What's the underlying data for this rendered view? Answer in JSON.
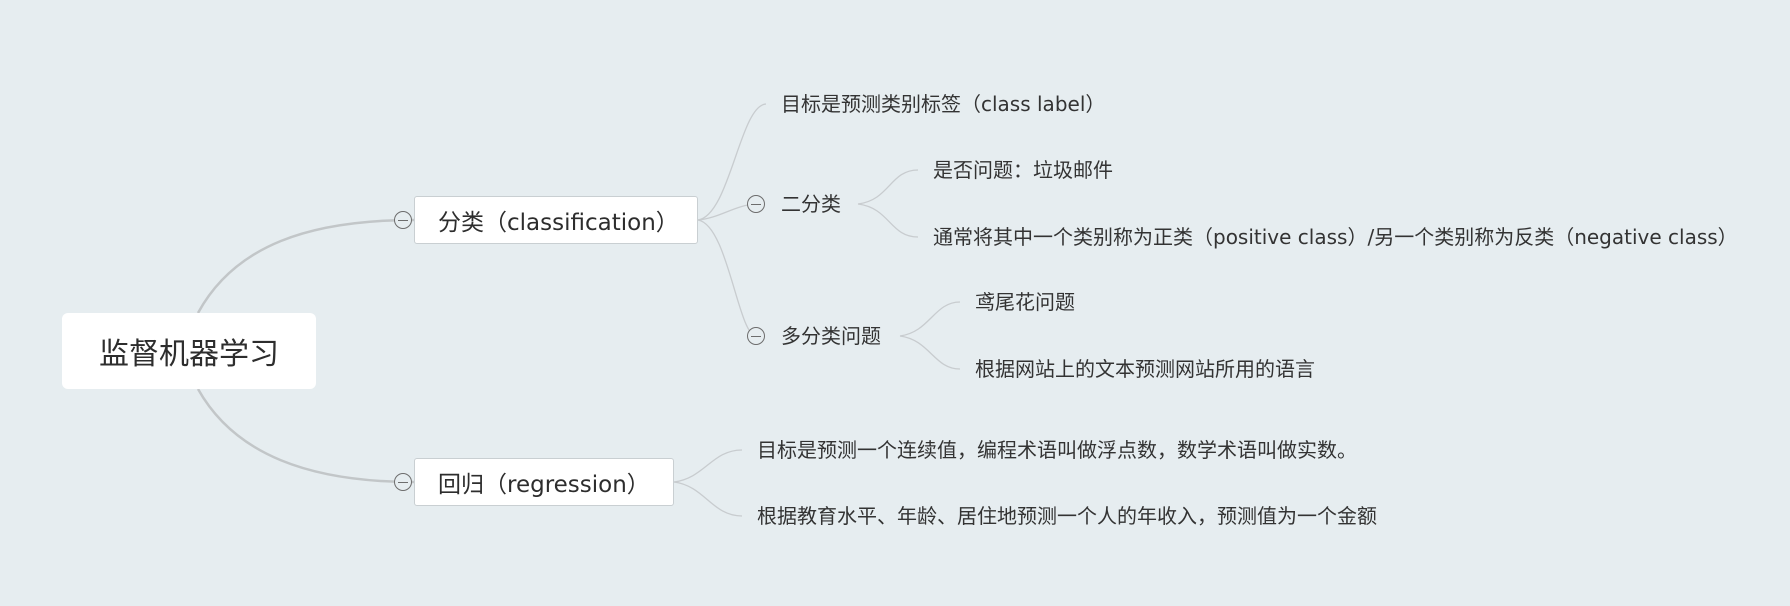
{
  "root": {
    "label": "监督机器学习"
  },
  "classification": {
    "label": "分类（classification）",
    "goal": "目标是预测类别标签（class label）",
    "binary": {
      "label": "二分类",
      "example": "是否问题：垃圾邮件",
      "description": "通常将其中一个类别称为正类（positive class）/另一个类别称为反类（negative class）"
    },
    "multiclass": {
      "label": "多分类问题",
      "example1": "鸢尾花问题",
      "example2": "根据网站上的文本预测网站所用的语言"
    }
  },
  "regression": {
    "label": "回归（regression）",
    "goal": "目标是预测一个连续值，编程术语叫做浮点数，数学术语叫做实数。",
    "example": "根据教育水平、年龄、居住地预测一个人的年收入，预测值为一个金额"
  },
  "colors": {
    "background": "#e6edf0",
    "main_connector": "#c2c6c8",
    "sub_connector": "#c8cccf",
    "node_fill": "#ffffff",
    "text": "#333333"
  }
}
